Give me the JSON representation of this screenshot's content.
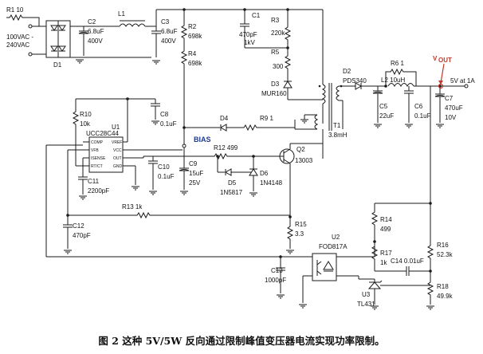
{
  "input": {
    "line1": "100VAC -",
    "line2": "240VAC"
  },
  "labels": {
    "r1": "R1  10",
    "d1": "D1",
    "c2": "C2",
    "c2v1": "6.8uF",
    "c2v2": "400V",
    "l1": "L1",
    "c3": "C3",
    "c3v1": "6.8uF",
    "c3v2": "400V",
    "r2": "R2",
    "r2v": "698k",
    "r4": "R4",
    "r4v": "698k",
    "c1": "C1",
    "c1v1": "470pF",
    "c1v2": "1kV",
    "r3": "R3",
    "r3v": "220k",
    "r5": "R5",
    "r5v": "300",
    "d3": "D3",
    "d3v": "MUR160",
    "d2": "D2",
    "d2v": "PDS340",
    "r6": "R6  1",
    "l2": "L2  10uH",
    "vout_v": "V",
    "vout_sub": "OUT",
    "out": "5V at 1A",
    "c5": "C5",
    "c5v": "22uF",
    "c6": "C6",
    "c6v": "0.1uF",
    "c7": "C7",
    "c7v1": "470uF",
    "c7v2": "10V",
    "t1": "T1",
    "t1v": "3.8mH",
    "d4": "D4",
    "r9": "R9  1",
    "r10": "R10",
    "r10v": "10k",
    "u1": "U1",
    "u1v": "UCC28C44",
    "pin_comp": "COMP",
    "pin_vfb": "VFB",
    "pin_isense": "ISENSE",
    "pin_rtct": "RT/CT",
    "pin_vref": "VREF",
    "pin_vcc": "VCC",
    "pin_out": "OUT",
    "pin_gnd": "GND",
    "c8": "C8",
    "c8v": "0.1uF",
    "bias": "BIAS",
    "r12": "R12  499",
    "c11": "C11",
    "c11v": "2200pF",
    "c10": "C10",
    "c10v": "0.1uF",
    "c9": "C9",
    "c9v1": "15uF",
    "c9v2": "25V",
    "d5": "D5",
    "d5v": "1N5817",
    "d6": "D6",
    "d6v": "1N4148",
    "q2": "Q2",
    "q2v": "13003",
    "r13": "R13  1k",
    "c12": "C12",
    "c12v": "470pF",
    "r15": "R15",
    "r15v": "3.3",
    "r14": "R14",
    "r14v": "499",
    "u2": "U2",
    "u2v": "FOD817A",
    "r17": "R17",
    "r17v": "1k",
    "c14": "C14  0.01uF",
    "r16": "R16",
    "r16v": "52.3k",
    "c13": "C13",
    "c13v": "1000pF",
    "u3": "U3",
    "u3v": "TL431",
    "r18": "R18",
    "r18v": "49.9k"
  },
  "caption": "图 2 这种 5V/5W 反向通过限制峰值变压器电流实现功率限制。"
}
